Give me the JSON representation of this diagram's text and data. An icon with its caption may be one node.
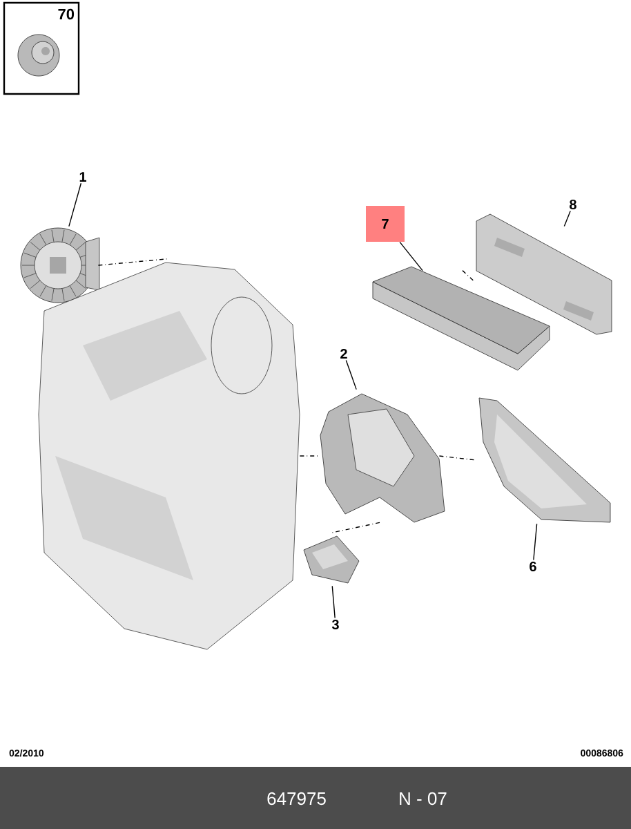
{
  "diagram": {
    "nodes": [
      {
        "text": [
          "70"
        ]
      },
      {
        "text": [
          "1"
        ]
      },
      {
        "text": [],
        "shape": "picture"
      },
      {
        "text": [
          "7"
        ]
      },
      {
        "text": [],
        "shape": "picture"
      },
      {
        "text": [
          "8"
        ]
      },
      {
        "text": [],
        "shape": "picture"
      },
      {
        "text": [
          "2"
        ]
      },
      {
        "text": [],
        "shape": "picture"
      },
      {
        "text": [
          "3"
        ]
      },
      {
        "text": [],
        "shape": "picture"
      },
      {
        "text": [
          "6"
        ]
      },
      {
        "text": [],
        "shape": "picture"
      },
      {
        "text": [],
        "shape": "picture"
      }
    ],
    "edges": [
      {
        "from": 1,
        "to": 2,
        "arrow": "none"
      },
      {
        "from": 3,
        "to": 4,
        "arrow": "none"
      },
      {
        "from": 5,
        "to": 6,
        "arrow": "none"
      },
      {
        "from": 7,
        "to": 8,
        "arrow": "none"
      },
      {
        "from": 9,
        "to": 10,
        "arrow": "none"
      },
      {
        "from": 11,
        "to": 12,
        "arrow": "none"
      },
      {
        "from": 2,
        "to": 13,
        "arrow": "none",
        "style": "dashed"
      },
      {
        "from": 13,
        "to": 8,
        "arrow": "none",
        "style": "dashed"
      },
      {
        "from": 4,
        "to": 6,
        "arrow": "none",
        "style": "dashed"
      },
      {
        "from": 8,
        "to": 12,
        "arrow": "none",
        "style": "dashed"
      },
      {
        "from": 8,
        "to": 10,
        "arrow": "none",
        "style": "dashed"
      }
    ],
    "labels": [
      "02/2010",
      "00086806",
      "647975",
      "N - 07"
    ]
  }
}
